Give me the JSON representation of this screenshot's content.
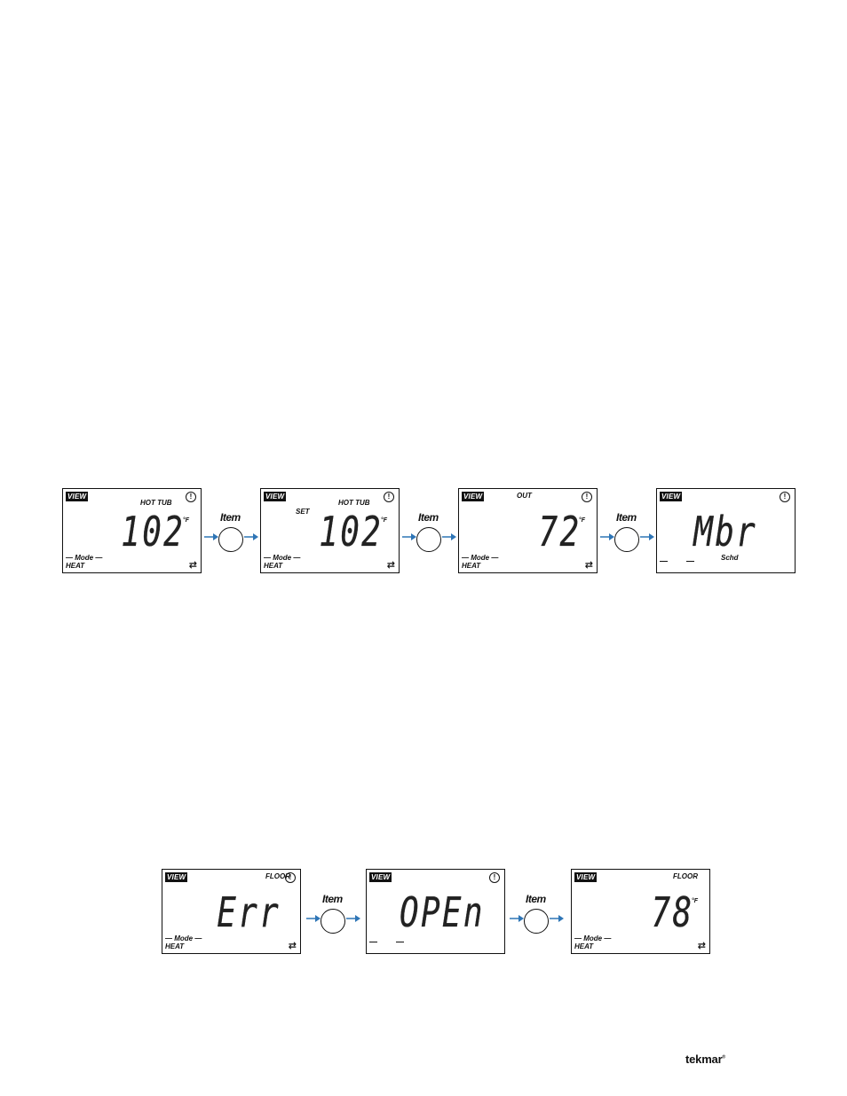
{
  "view_badge": "VIEW",
  "item_button_label": "Item",
  "row1": [
    {
      "top_label": "HOT TUB",
      "set_label": "",
      "digits": "102",
      "unit": "°F",
      "mode_line": "— Mode —",
      "mode_value": "HEAT",
      "schd": ""
    },
    {
      "top_label": "HOT TUB",
      "set_label": "SET",
      "digits": "102",
      "unit": "°F",
      "mode_line": "— Mode —",
      "mode_value": "HEAT",
      "schd": ""
    },
    {
      "top_label": "OUT",
      "set_label": "",
      "digits": "72",
      "unit": "°F",
      "mode_line": "— Mode —",
      "mode_value": "HEAT",
      "schd": ""
    },
    {
      "top_label": "",
      "set_label": "",
      "digits": "Mbr",
      "unit": "",
      "mode_line": "",
      "mode_value": "",
      "schd": "Schd"
    }
  ],
  "row2": [
    {
      "top_label": "FLOOR",
      "digits": "Err",
      "unit": "",
      "mode_line": "— Mode —",
      "mode_value": "HEAT"
    },
    {
      "top_label": "",
      "digits": "OPEn",
      "unit": "",
      "mode_line": "",
      "mode_value": ""
    },
    {
      "top_label": "FLOOR",
      "digits": "78",
      "unit": "°F",
      "mode_line": "— Mode —",
      "mode_value": "HEAT"
    }
  ],
  "logo": "tekmar",
  "logo_mark": "®",
  "colors": {
    "arrow": "#2e75b6",
    "ink": "#111111"
  }
}
